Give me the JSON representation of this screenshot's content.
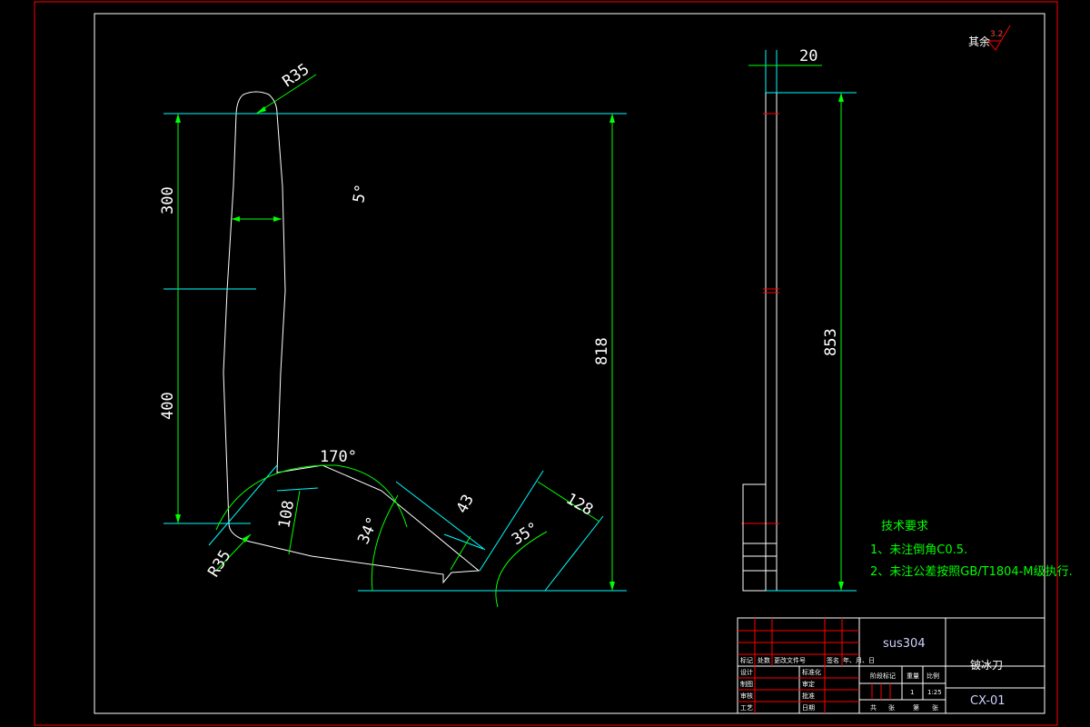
{
  "colors": {
    "background": "#000000",
    "frame": "#ff0000",
    "outline": "#ffffff",
    "dimension": "#00ff00",
    "extension": "#00ffff",
    "title_grid": "#ff0000",
    "note_text": "#00ff00"
  },
  "dimensions": {
    "r35_top": "R35",
    "r35_bottom": "R35",
    "len_300": "300",
    "len_400": "400",
    "len_818": "818",
    "angle_5": "5°",
    "angle_170": "170°",
    "len_108": "108",
    "angle_34": "34°",
    "len_43": "43",
    "angle_35": "35°",
    "len_128": "128",
    "thickness_20": "20",
    "len_853": "853"
  },
  "roughness": {
    "label": "其余",
    "value": "3.2"
  },
  "technical_requirements": {
    "title": "技术要求",
    "items": [
      "1、未注倒角C0.5.",
      "2、未注公差按照GB/T1804-M级执行."
    ]
  },
  "title_block": {
    "material": "sus304",
    "part_name": "铍冰刀",
    "drawing_number": "CX-01",
    "scale": "1:25",
    "quantity": "1",
    "header_labels": [
      "标记",
      "处数",
      "更改文件号",
      "签名",
      "年、月、日"
    ],
    "left_labels": [
      "设计",
      "制图",
      "审核",
      "工艺"
    ],
    "mid_labels": [
      "标准化",
      "审定",
      "批准",
      "日期"
    ],
    "stage_labels": [
      "阶段标记",
      "重量",
      "比例"
    ],
    "sheet_labels": [
      "共",
      "张",
      "第",
      "张"
    ]
  }
}
